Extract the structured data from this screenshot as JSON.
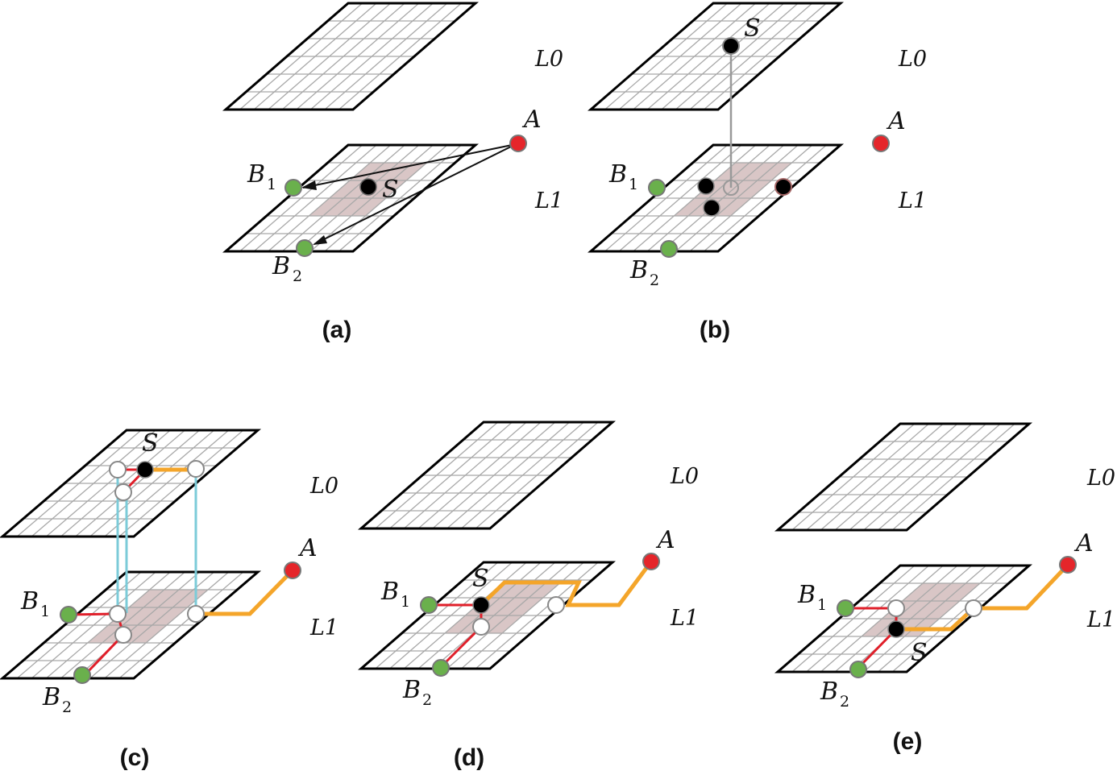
{
  "colors": {
    "grid": "#a8a8a8",
    "border": "#000000",
    "region": "#d9c6c6",
    "green_point": "#6ab04c",
    "red_point": "#e5252a",
    "black_point": "#000000",
    "hollow_point": "#ffffff",
    "orange_path": "#f4a52a",
    "red_path": "#e01f2a",
    "blue_link": "#7ccbd8",
    "arrow": "#111111",
    "gray_link": "#999999"
  },
  "labels": {
    "layer0": "L0",
    "layer1": "L1",
    "A": "A",
    "S": "S",
    "B": "B",
    "sub1": "1",
    "sub2": "2"
  },
  "panels": [
    {
      "id": "a",
      "caption": "(a)"
    },
    {
      "id": "b",
      "caption": "(b)"
    },
    {
      "id": "c",
      "caption": "(c)"
    },
    {
      "id": "d",
      "caption": "(d)"
    },
    {
      "id": "e",
      "caption": "(e)"
    }
  ]
}
